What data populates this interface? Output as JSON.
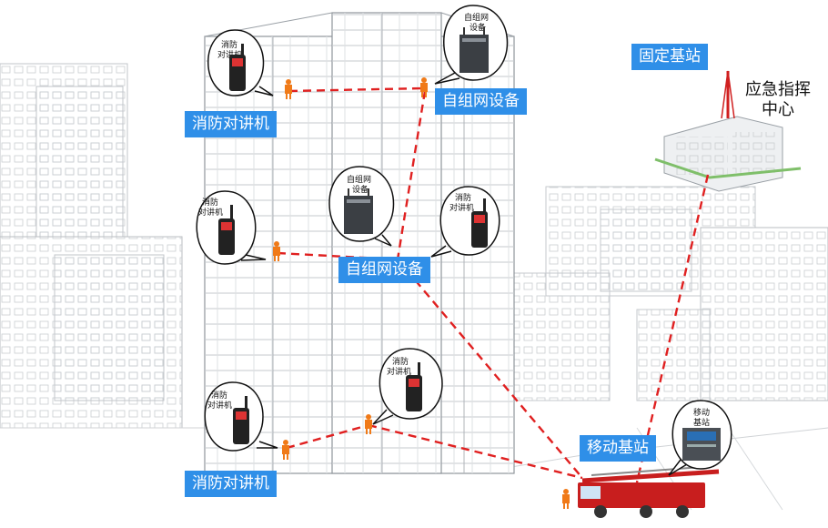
{
  "labels": {
    "radio_top": "消防对讲机",
    "radio_bottom": "消防对讲机",
    "adhoc_top": "自组网设备",
    "adhoc_mid": "自组网设备",
    "fixed_station": "固定基站",
    "command_center_line1": "应急指挥",
    "command_center_line2": "中心",
    "mobile_station": "移动基站"
  },
  "bubbles": {
    "radio_a": [
      "消防",
      "对讲机"
    ],
    "radio_b": [
      "消防",
      "对讲机"
    ],
    "radio_c": [
      "消防",
      "对讲机"
    ],
    "radio_d": [
      "消防",
      "对讲机"
    ],
    "adhoc_a": [
      "自组网",
      "设备"
    ],
    "adhoc_b": [
      "自组网",
      "设备"
    ],
    "mobile": [
      "移动",
      "基站"
    ]
  },
  "colors": {
    "tag_bg": "#2f8fe8",
    "link_line": "#e02020",
    "firefighter": "#f07a18",
    "fire_truck": "#c81e1e",
    "building_line": "#9aa0a6"
  }
}
